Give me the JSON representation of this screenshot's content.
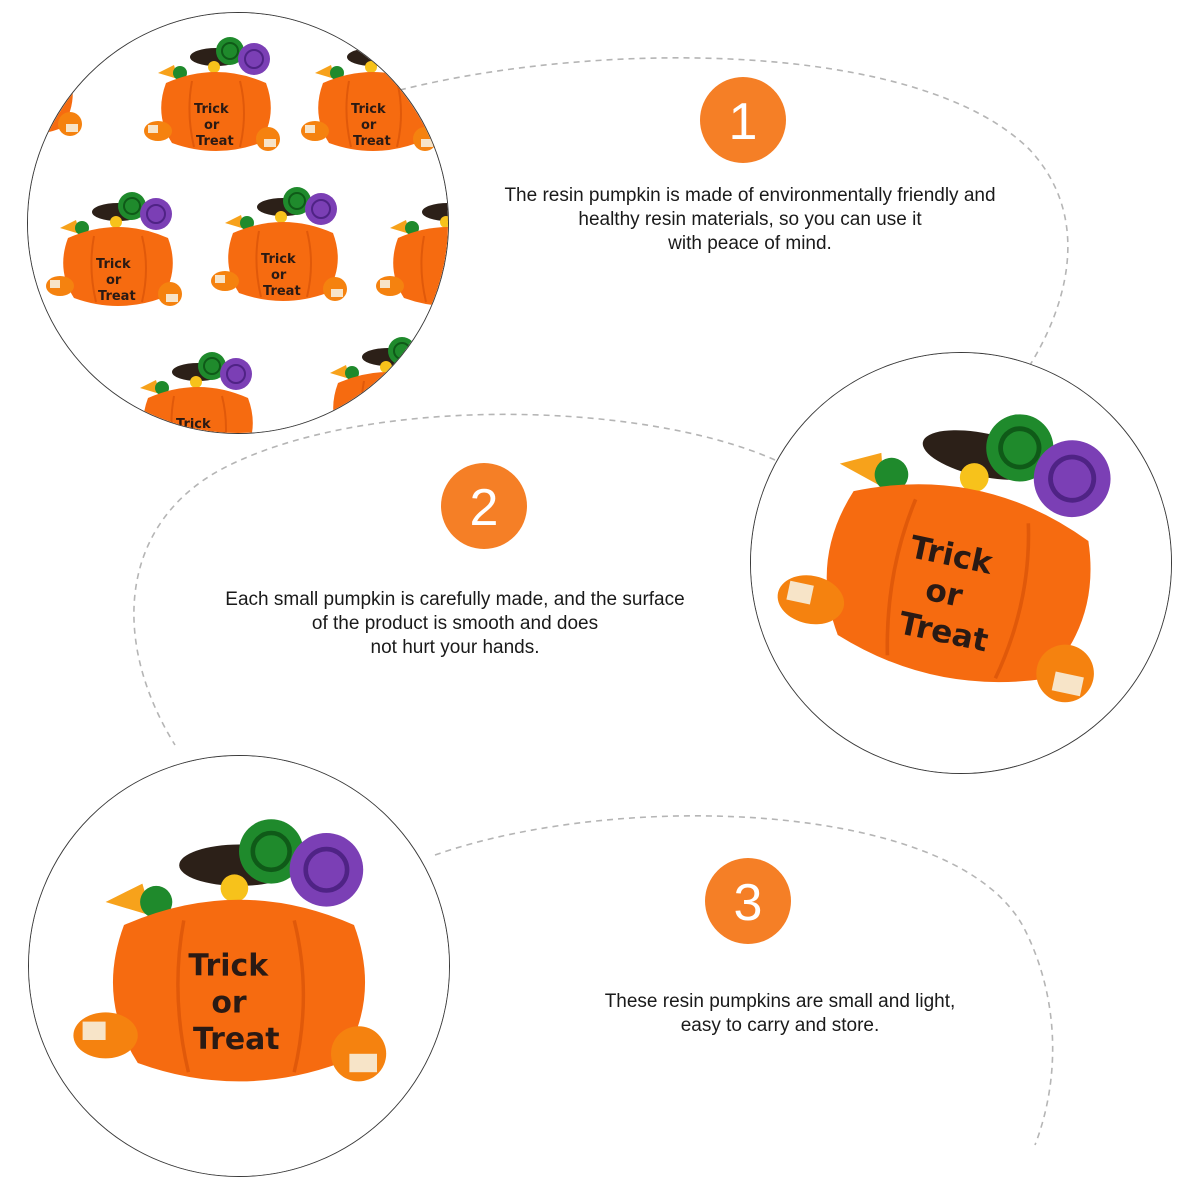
{
  "features": [
    {
      "number": "1",
      "lines": [
        "The resin pumpkin is made of environmentally friendly and",
        "healthy resin materials, so you can use it",
        "with peace of mind."
      ]
    },
    {
      "number": "2",
      "lines": [
        "Each small pumpkin is carefully made, and the surface",
        "of the product is smooth and does",
        "not hurt your hands."
      ]
    },
    {
      "number": "3",
      "lines": [
        "These resin pumpkins are small and light,",
        "easy to carry and store."
      ]
    }
  ],
  "product": {
    "label_line1": "Trick",
    "label_line2": "or",
    "label_line3": "Treat"
  },
  "colors": {
    "badge": "#f57f26",
    "pumpkin": "#f66b10",
    "dashed_line": "#b5b5b5"
  }
}
